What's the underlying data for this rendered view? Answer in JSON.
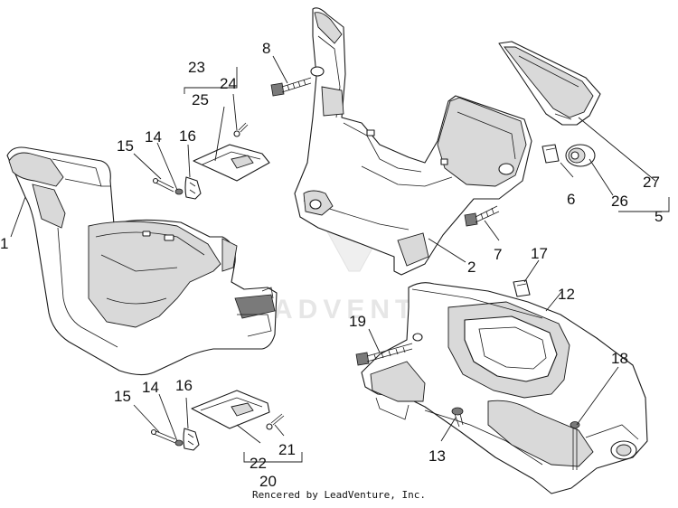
{
  "watermark": "ADVENTURE",
  "footer": "Rencered by LeadVenture, Inc.",
  "callouts": {
    "c1": "1",
    "c2": "2",
    "c5": "5",
    "c6": "6",
    "c7": "7",
    "c8": "8",
    "c12": "12",
    "c13": "13",
    "c14a": "14",
    "c15a": "15",
    "c16a": "16",
    "c14b": "14",
    "c15b": "15",
    "c16b": "16",
    "c17": "17",
    "c18": "18",
    "c19": "19",
    "c20": "20",
    "c21": "21",
    "c22": "22",
    "c23": "23",
    "c24": "24",
    "c25": "25",
    "c26": "26",
    "c27": "27"
  }
}
